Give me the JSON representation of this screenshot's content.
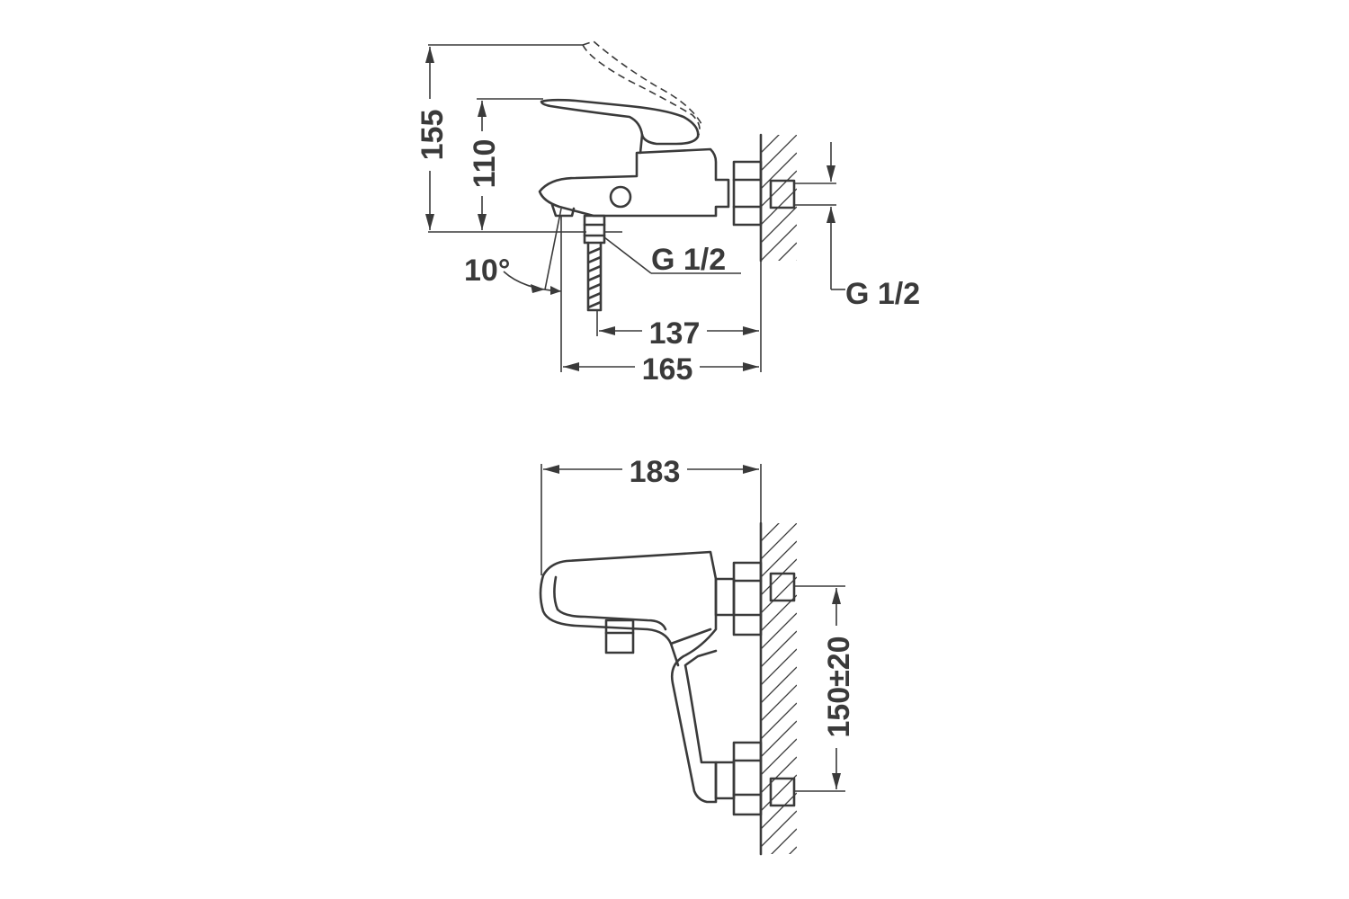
{
  "side_view": {
    "height_handle_raised": "155",
    "height_handle": "110",
    "tilt_angle": "10°",
    "thread_outlet": "G 1/2",
    "thread_wall": "G 1/2",
    "depth_outlet": "137",
    "depth_total": "165"
  },
  "top_view": {
    "width_total": "183",
    "inlet_spacing": "150±20"
  }
}
